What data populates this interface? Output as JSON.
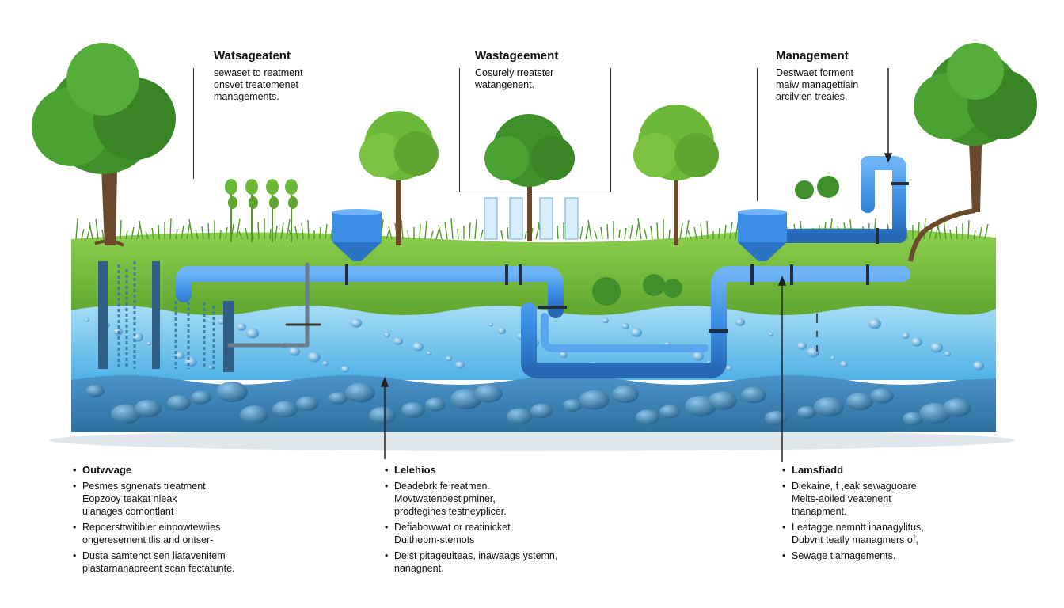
{
  "callouts": [
    {
      "title": "Watsageatent",
      "lines": [
        "sewaset to reatment",
        "onsvet treatemenet",
        "managements."
      ]
    },
    {
      "title": "Wastageement",
      "lines": [
        "Cosurely rreatster",
        "watangenent."
      ]
    },
    {
      "title": "Management",
      "lines": [
        "Destwaet forment",
        "maiw managettiain",
        "arcilvien treaies."
      ]
    }
  ],
  "bottom": [
    {
      "heading": "Outwvage",
      "items": [
        "Pesmes sgnenats treatment\nEopzooy teakat nleak\nuianages comontlant",
        "Repoersttwitibler einpowtewiies\nongeresement tlis and ontser-",
        "Dusta samtenct sen liatavenitem\nplastarnanapreent scan fectatunte."
      ]
    },
    {
      "heading": "Lelehios",
      "items": [
        "Deadebrk fe reatmen.\nMovtwatenoestipminer,\nprodtegines testneyplicer.",
        "Defiabowwat or reatinicket\nDulthebm-stemots",
        "Deist pitageuiteas,  inawaags ystemn,\nnanagnent."
      ]
    },
    {
      "heading": "Lamsfiadd",
      "items": [
        "Diekaine, f ,eak sewaguoare\nMelts-aoiled veatenent\ntnanapment.",
        "Leatagge nemntt inanagylitus,\nDubvnt teatly managmers of,",
        "Sewage tiarnagements."
      ]
    }
  ],
  "colors": {
    "grass": "#7cc242",
    "soil": "#5fa52f",
    "water_light": "#7fcdf2",
    "water_deep": "#3f86bd",
    "pipe": "#3b8ee3",
    "trunk": "#6b4a2b",
    "foliage": "#3f8f2a"
  }
}
